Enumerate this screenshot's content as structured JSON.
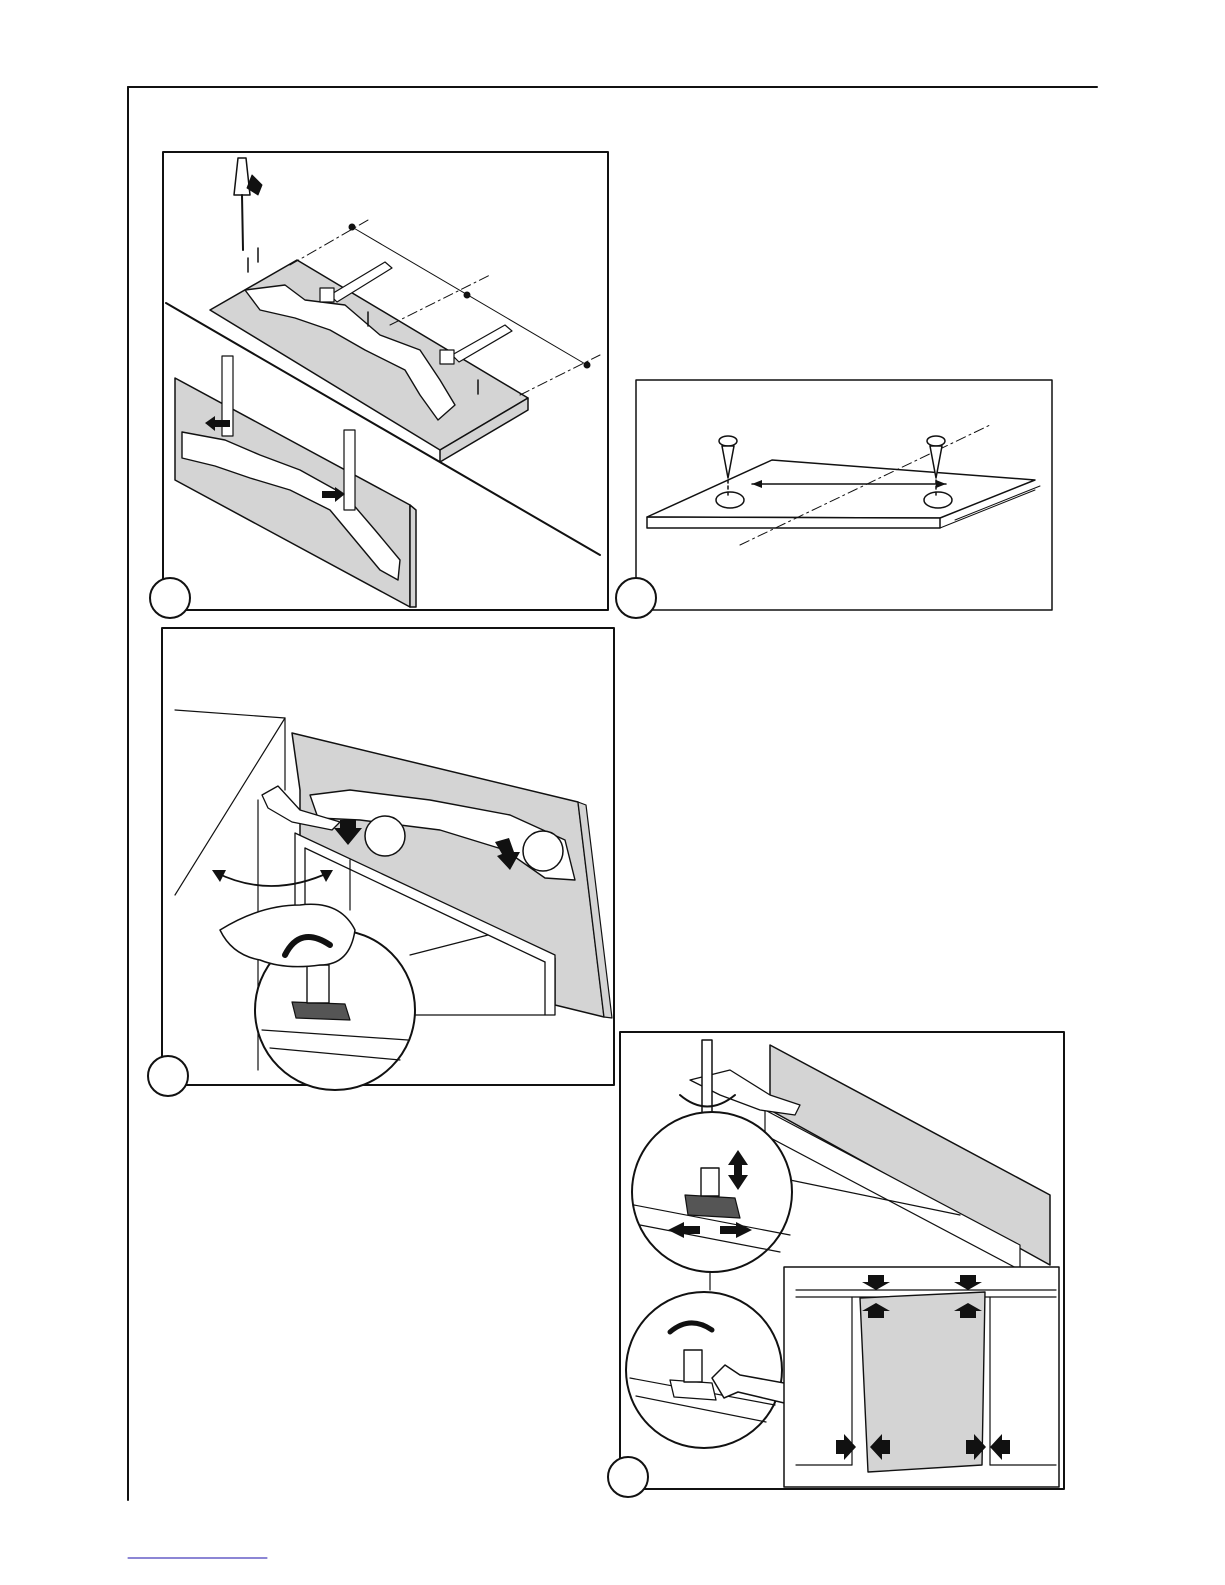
{
  "page": {
    "ink": "#111111",
    "panel_fill": "#d4d4d4",
    "link_color": "#1a0dab"
  },
  "figures": [
    {
      "id": "fig-a",
      "icon": "bracket-mounting-illustration"
    },
    {
      "id": "fig-b",
      "icon": "screw-spacing-diagram"
    },
    {
      "id": "fig-c",
      "icon": "door-hinge-adjustment-illustration"
    },
    {
      "id": "fig-d",
      "icon": "door-alignment-illustration"
    }
  ]
}
